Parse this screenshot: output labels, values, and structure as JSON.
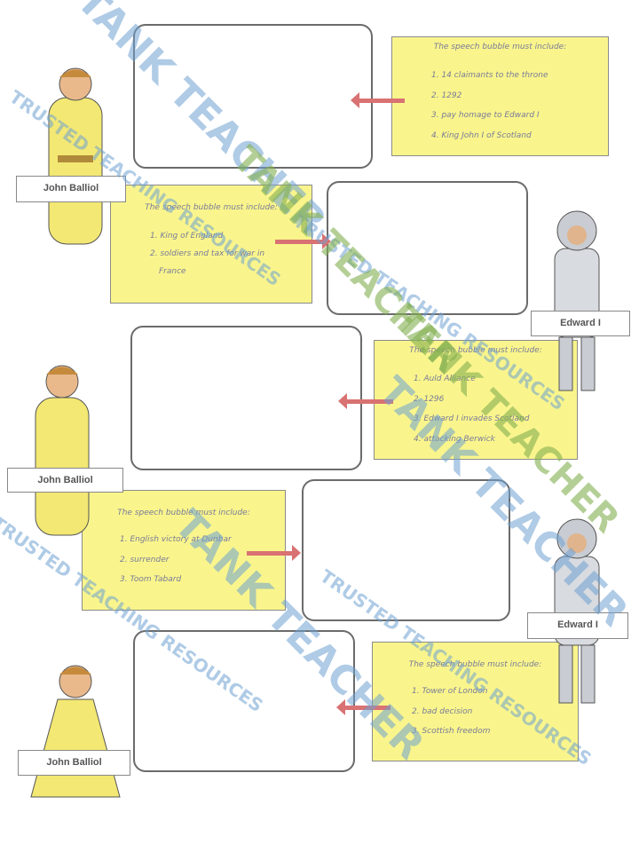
{
  "heading": "The speech bubble must include:",
  "characters": {
    "balliol": "John Balliol",
    "edward": "Edward I"
  },
  "panels": [
    {
      "speaker": "John Balliol",
      "items": [
        "1. 14 claimants to the throne",
        "2. 1292",
        "3. pay homage to Edward I",
        "4. King John I of Scotland"
      ]
    },
    {
      "speaker": "Edward I",
      "items": [
        "1. King of England",
        "2. soldiers and tax for war in",
        "France"
      ]
    },
    {
      "speaker": "John Balliol",
      "items": [
        "1. Auld Alliance",
        "2. 1296",
        "3. Edward I invades Scotland",
        "4. attacking Berwick"
      ]
    },
    {
      "speaker": "Edward I",
      "items": [
        "1. English victory at Dunbar",
        "2. surrender",
        "3. Toom Tabard"
      ]
    },
    {
      "speaker": "John Balliol",
      "items": [
        "1. Tower of London",
        "2. bad decision",
        "3. Scottish freedom"
      ]
    }
  ],
  "watermark": {
    "line1": "TRUSTED TEACHING RESOURCES",
    "line2": "TANK TEACHER"
  },
  "colors": {
    "box": "#f9f58c",
    "arrow": "#d97272",
    "watermark_blue": "#6ea0d2",
    "watermark_green": "#82af50"
  }
}
